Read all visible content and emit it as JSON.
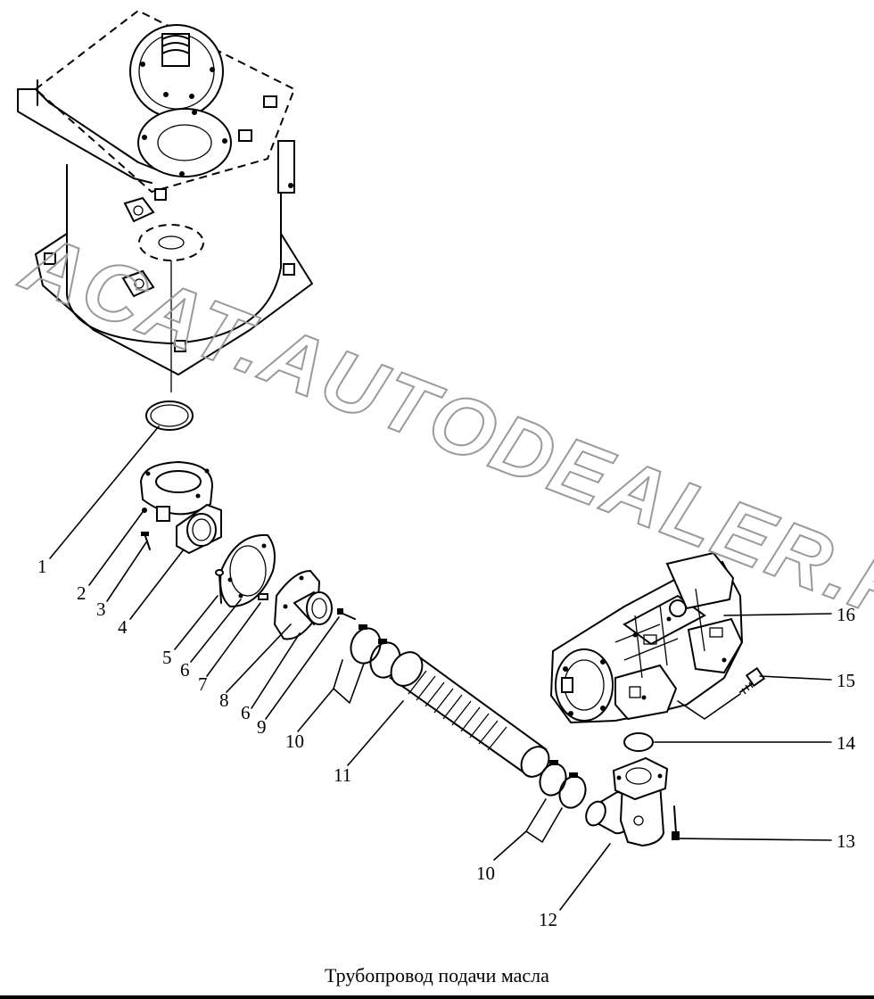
{
  "caption": "Трубопровод подачи масла",
  "watermark": "ACAT.AUTODEALER.RU",
  "callouts": [
    "1",
    "2",
    "3",
    "4",
    "5",
    "6",
    "7",
    "8",
    "6",
    "9",
    "10",
    "11",
    "10",
    "12",
    "13",
    "14",
    "15",
    "16"
  ]
}
